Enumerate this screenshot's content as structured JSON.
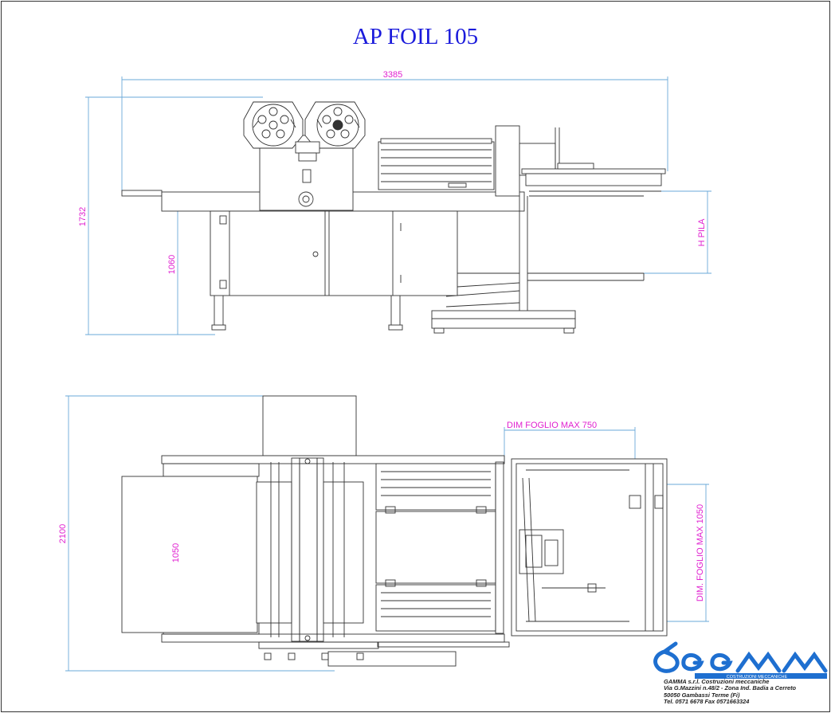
{
  "title": "AP FOIL 105",
  "dimensions": {
    "length_total": "3385",
    "height_total": "1732",
    "height_table": "1060",
    "h_pila": "H PILA",
    "width_total": "2100",
    "width_belt": "1050",
    "sheet_max_length": "DIM  FOGLIO  MAX  750",
    "sheet_max_width": "DIM.  FOGLIO  MAX  1050"
  },
  "logo": {
    "tagline": "COSTRUZIONI MECCANICHE"
  },
  "company": {
    "line1": "GAMMA s.r.l. Costruzioni meccaniche",
    "line2": "Via G.Mazzini n.48/2 - Zona Ind. Badia a Cerreto",
    "line3": "50050 Gambassi Terme (Fi)",
    "line4": "Tel. 0571 6678 Fax 0571663324"
  },
  "colors": {
    "title": "#1a1adb",
    "dimension": "#e020d0",
    "dimension_line": "#6aa8d8",
    "logo": "#1e6fd0"
  }
}
